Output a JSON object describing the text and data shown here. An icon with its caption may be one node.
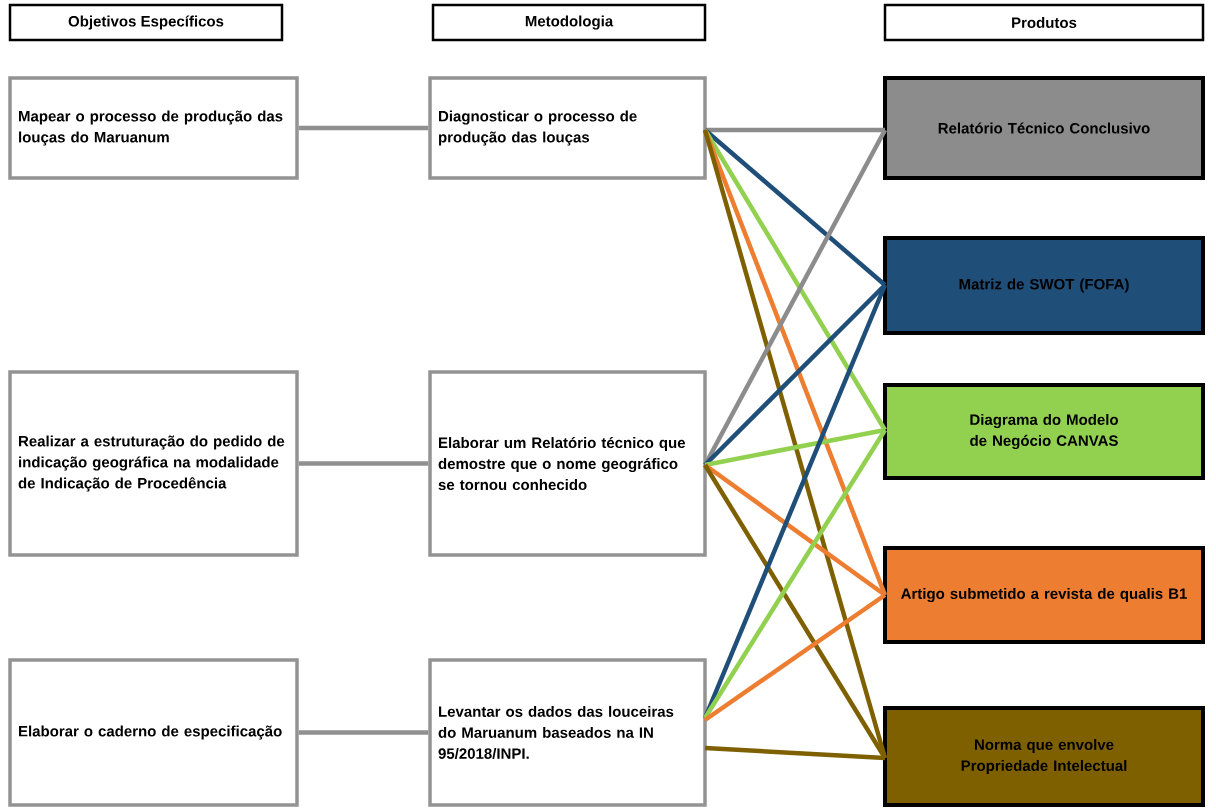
{
  "diagram": {
    "nodes": [
      {
        "text": [
          "Objetivos Específicos"
        ]
      },
      {
        "text": [
          "Metodologia"
        ]
      },
      {
        "text": [
          "Produtos"
        ]
      },
      {
        "text": [
          "Mapear o processo de produção das louças do Maruanum"
        ]
      },
      {
        "text": [
          "Realizar a estruturação do pedido de indicação geográfica na modalidade de Indicação de Procedência"
        ]
      },
      {
        "text": [
          "Elaborar o caderno de especificação"
        ]
      },
      {
        "text": [
          "Diagnosticar o processo de produção das louças"
        ]
      },
      {
        "text": [
          "Elaborar um Relatório técnico que demostre que o nome geográfico se tornou conhecido"
        ]
      },
      {
        "text": [
          "Levantar os dados das louceiras do Maruanum baseados na IN 95/2018/INPI."
        ]
      },
      {
        "text": [
          "Relatório Técnico Conclusivo"
        ]
      },
      {
        "text": [
          "Matriz de SWOT (FOFA)"
        ]
      },
      {
        "text": [
          "Diagrama do Modelo de Negócio CANVAS"
        ]
      },
      {
        "text": [
          "Artigo submetido a revista de qualis B1"
        ]
      },
      {
        "text": [
          "Norma que envolve Propriedade Intelectual"
        ]
      }
    ],
    "edges": [
      {
        "from": 3,
        "to": 6,
        "arrow": "none",
        "color": "#909090"
      },
      {
        "from": 4,
        "to": 7,
        "arrow": "none",
        "color": "#909090"
      },
      {
        "from": 5,
        "to": 8,
        "arrow": "none",
        "color": "#909090"
      },
      {
        "from": 6,
        "to": 9,
        "arrow": "none",
        "color": "#8c8c8c"
      },
      {
        "from": 6,
        "to": 10,
        "arrow": "none",
        "color": "#1f4e79"
      },
      {
        "from": 6,
        "to": 11,
        "arrow": "none",
        "color": "#92d050"
      },
      {
        "from": 6,
        "to": 12,
        "arrow": "none",
        "color": "#ed7d31"
      },
      {
        "from": 6,
        "to": 13,
        "arrow": "none",
        "color": "#7f6000"
      },
      {
        "from": 7,
        "to": 9,
        "arrow": "none",
        "color": "#8c8c8c"
      },
      {
        "from": 7,
        "to": 10,
        "arrow": "none",
        "color": "#1f4e79"
      },
      {
        "from": 7,
        "to": 11,
        "arrow": "none",
        "color": "#92d050"
      },
      {
        "from": 7,
        "to": 12,
        "arrow": "none",
        "color": "#ed7d31"
      },
      {
        "from": 7,
        "to": 13,
        "arrow": "none",
        "color": "#7f6000"
      },
      {
        "from": 8,
        "to": 10,
        "arrow": "none",
        "color": "#1f4e79"
      },
      {
        "from": 8,
        "to": 11,
        "arrow": "none",
        "color": "#92d050"
      },
      {
        "from": 8,
        "to": 12,
        "arrow": "none",
        "color": "#ed7d31"
      },
      {
        "from": 8,
        "to": 13,
        "arrow": "none",
        "color": "#7f6000"
      }
    ]
  }
}
